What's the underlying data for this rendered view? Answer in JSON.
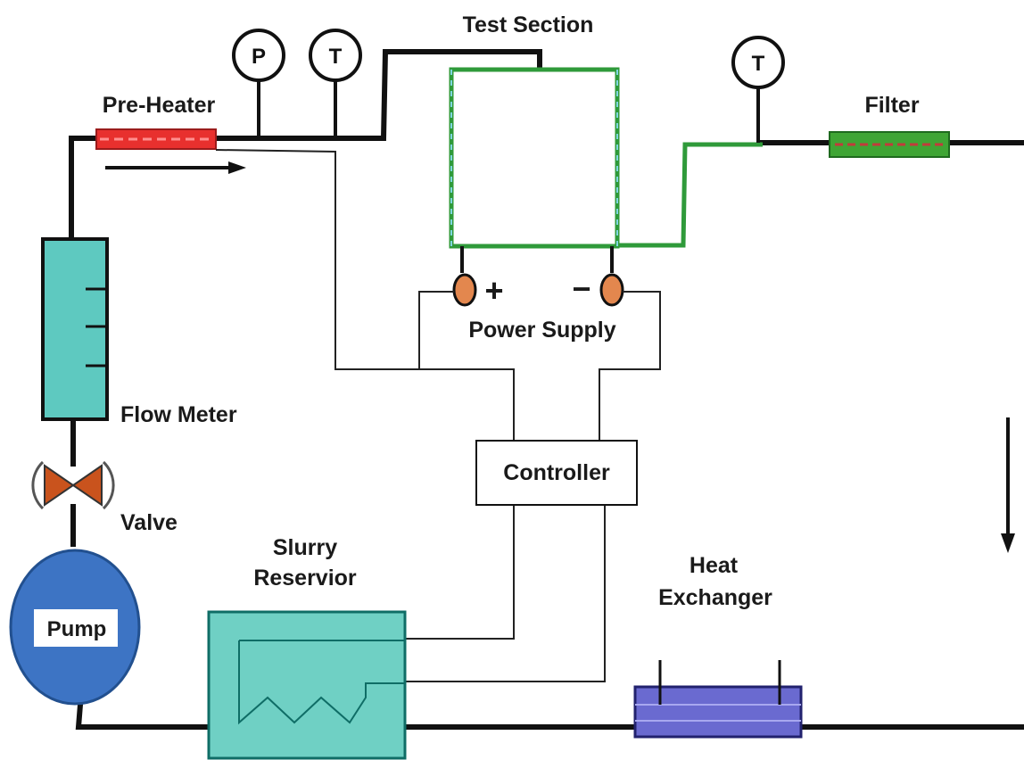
{
  "labels": {
    "test_section": "Test Section",
    "pre_heater": "Pre-Heater",
    "filter": "Filter",
    "flow_meter": "Flow Meter",
    "valve": "Valve",
    "power_supply": "Power Supply",
    "controller": "Controller",
    "slurry_line1": "Slurry",
    "slurry_line2": "Reservior",
    "heat_line1": "Heat",
    "heat_line2": "Exchanger",
    "pump": "Pump",
    "plus": "+",
    "minus": "−"
  },
  "gauges": {
    "pressure": "P",
    "temp_inlet": "T",
    "temp_outlet": "T"
  },
  "colors": {
    "pre_heater": "#e8302e",
    "filter": "#3fa535",
    "flow_meter": "#5ec9c0",
    "pump": "#3d74c4",
    "reservoir": "#6fd0c4",
    "heat_exchanger": "#6a6ad0",
    "test_section_wall": "#2f9a3a",
    "terminal": "#e3874e",
    "valve": "#c9531d"
  }
}
